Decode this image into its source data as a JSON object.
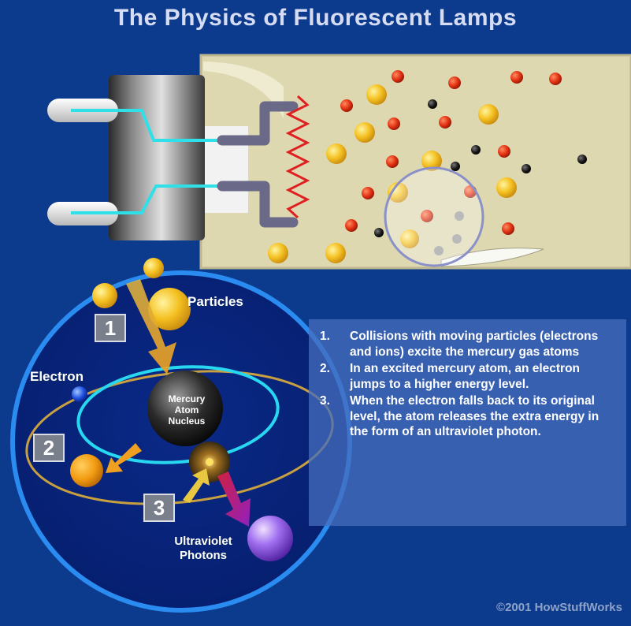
{
  "title": "The Physics of Fluorescent Lamps",
  "labels": {
    "particles": "Particles",
    "electron": "Electron",
    "nucleus_line1": "Mercury",
    "nucleus_line2": "Atom",
    "nucleus_line3": "Nucleus",
    "photons_line1": "Ultraviolet",
    "photons_line2": "Photons"
  },
  "badges": [
    "1",
    "2",
    "3"
  ],
  "steps": [
    {
      "num": "1.",
      "text": "Collisions with moving particles (electrons and ions) excite the mercury gas atoms"
    },
    {
      "num": "2.",
      "text": "In an excited mercury atom, an electron jumps to a higher energy level."
    },
    {
      "num": "3.",
      "text": "When the electron falls back to its original level, the atom releases the extra energy in the form of an ultraviolet photon."
    }
  ],
  "copyright": "©2001 HowStuffWorks",
  "colors": {
    "background": "#0c3a8c",
    "tube_glass": "#ddd8b0",
    "ion_red": "#e03010",
    "ion_yellow": "#f4c020",
    "electron_black": "#111111",
    "orbit_cyan": "#28d8f0",
    "orbit_gold": "#c8a040",
    "wire_cyan": "#30e0e8",
    "filament_red": "#e02020",
    "photon_purple": "#8030d0",
    "arrow_gold": "#e0a030"
  }
}
